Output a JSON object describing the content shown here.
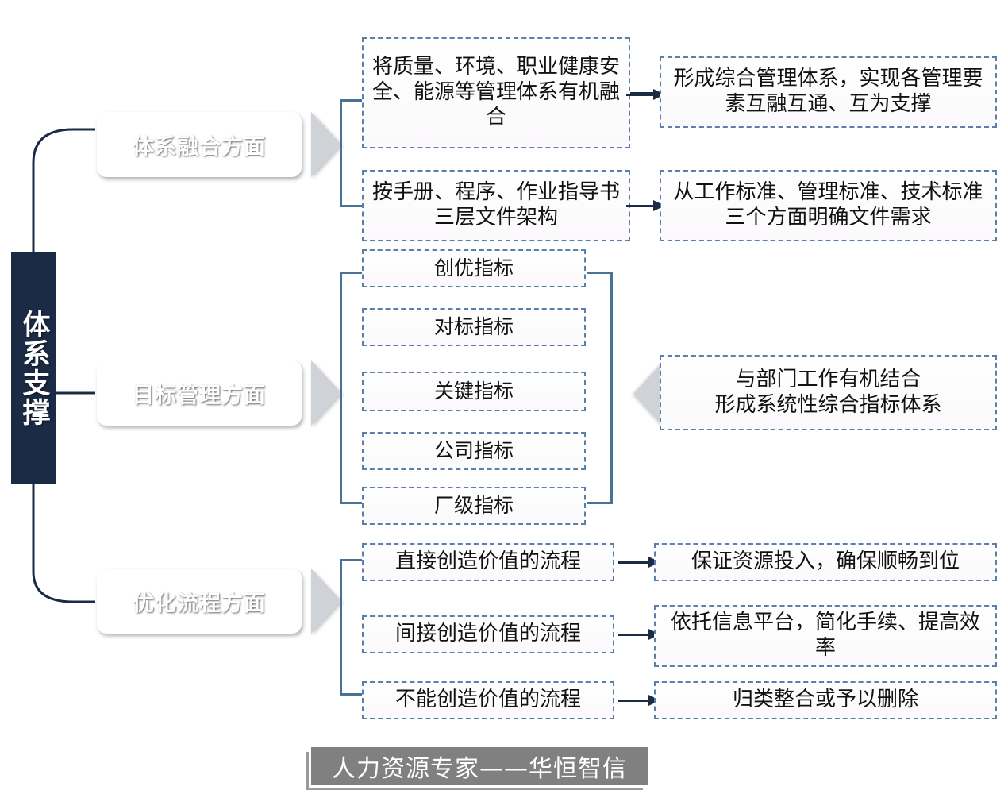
{
  "diagram": {
    "spine": {
      "label": "体系支撑"
    },
    "sections": [
      {
        "id": "system-integration",
        "header": "体系融合方面",
        "items": [
          {
            "source": "将质量、环境、职业健康安全、能源等管理体系有机融合",
            "result": "形成综合管理体系，实现各管理要素互融互通、互为支撑"
          },
          {
            "source": "按手册、程序、作业指导书三层文件架构",
            "result": "从工作标准、管理标准、技术标准三个方面明确文件需求"
          }
        ]
      },
      {
        "id": "goal-management",
        "header": "目标管理方面",
        "indicators": [
          "创优指标",
          "对标指标",
          "关键指标",
          "公司指标",
          "厂级指标"
        ],
        "summary": "与部门工作有机结合\n形成系统性综合指标体系",
        "summary_line1": "与部门工作有机结合",
        "summary_line2": "形成系统性综合指标体系"
      },
      {
        "id": "process-optimization",
        "header": "优化流程方面",
        "items": [
          {
            "source": "直接创造价值的流程",
            "result": "保证资源投入，确保顺畅到位"
          },
          {
            "source": "间接创造价值的流程",
            "result": "依托信息平台，简化手续、提高效率"
          },
          {
            "source": "不能创造价值的流程",
            "result": "归类整合或予以删除"
          }
        ]
      }
    ],
    "footer": {
      "watermark": "人力资源专家——华恒智信"
    },
    "colors": {
      "spine_navy": "#1b2b45",
      "pill_blue": "#22385c",
      "dashed_border": "#5a7fa8",
      "bracket": "#4a7296",
      "chevron_gray": "#cfd2d6",
      "watermark_gray": "#808080"
    }
  }
}
